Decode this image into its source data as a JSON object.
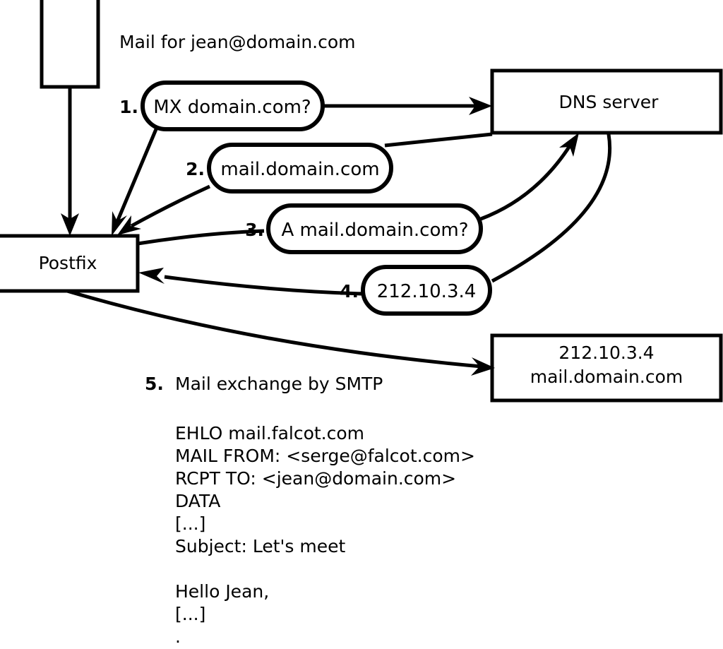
{
  "diagram": {
    "caption": "Mail for jean@domain.com",
    "nodes": {
      "client": {
        "label": ""
      },
      "postfix": {
        "label": "Postfix"
      },
      "dns": {
        "label": "DNS server"
      },
      "mailserver": {
        "line1": "212.10.3.4",
        "line2": "mail.domain.com"
      }
    },
    "steps": [
      {
        "number": "1.",
        "text": "MX domain.com?"
      },
      {
        "number": "2.",
        "text": "mail.domain.com"
      },
      {
        "number": "3.",
        "text": "A mail.domain.com?"
      },
      {
        "number": "4.",
        "text": "212.10.3.4"
      }
    ],
    "step5": {
      "number": "5.",
      "title": "Mail exchange by SMTP",
      "transcript": [
        "EHLO mail.falcot.com",
        "MAIL FROM: <serge@falcot.com>",
        "RCPT TO: <jean@domain.com>",
        "DATA",
        "[...]",
        "Subject: Let's meet",
        "",
        "Hello Jean,",
        "[...]",
        "."
      ]
    },
    "colors": {
      "stroke": "#000000",
      "fill": "#ffffff",
      "text": "#000000"
    }
  }
}
